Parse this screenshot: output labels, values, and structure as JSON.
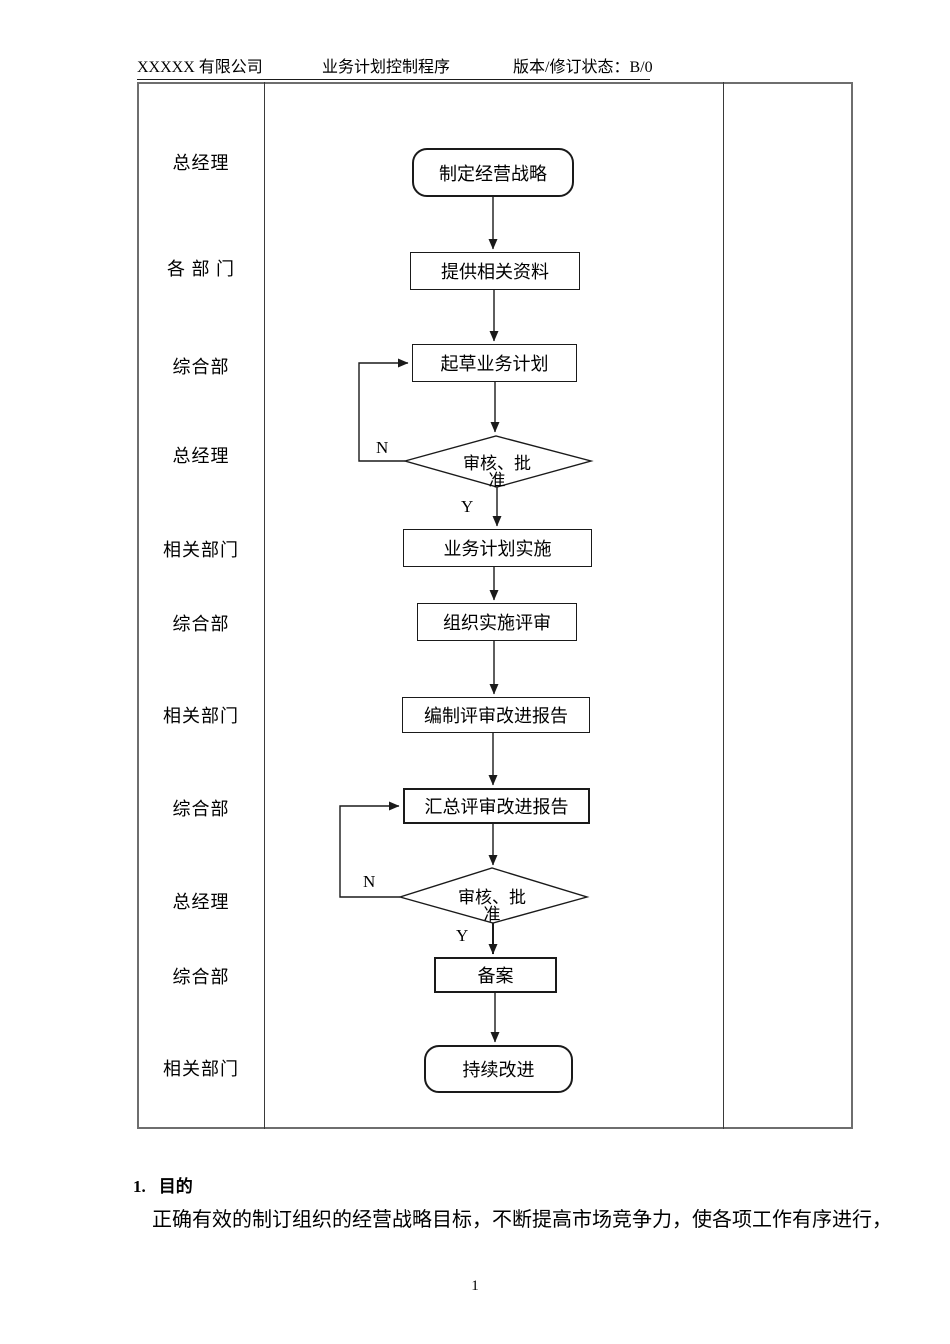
{
  "header": {
    "company": "XXXXX 有限公司",
    "doc_title": "业务计划控制程序",
    "revision": "版本/修订状态：B/0"
  },
  "flowchart": {
    "roles": [
      "总经理",
      "各 部 门",
      "综合部",
      "总经理",
      "相关部门",
      "综合部",
      "相关部门",
      "综合部",
      "总经理",
      "综合部",
      "相关部门"
    ],
    "nodes": {
      "start": "制定经营战略",
      "provide_info": "提供相关资料",
      "draft_plan": "起草业务计划",
      "review1_line1": "审核、批",
      "review1_line2": "准",
      "implement": "业务计划实施",
      "organize_review": "组织实施评审",
      "prepare_report": "编制评审改进报告",
      "summarize_report": "汇总评审改进报告",
      "review2_line1": "审核、批",
      "review2_line2": "准",
      "file_record": "备案",
      "end": "持续改进"
    },
    "branch_labels": {
      "no": "N",
      "yes": "Y"
    }
  },
  "section": {
    "number": "1.",
    "title": "目的",
    "body": "正确有效的制订组织的经营战略目标，不断提高市场竞争力，使各项工作有序进行，"
  },
  "footer": {
    "page_number": "1"
  },
  "colors": {
    "line": "#1a1a1a",
    "frame": "#6e6e6e",
    "background": "#ffffff"
  }
}
